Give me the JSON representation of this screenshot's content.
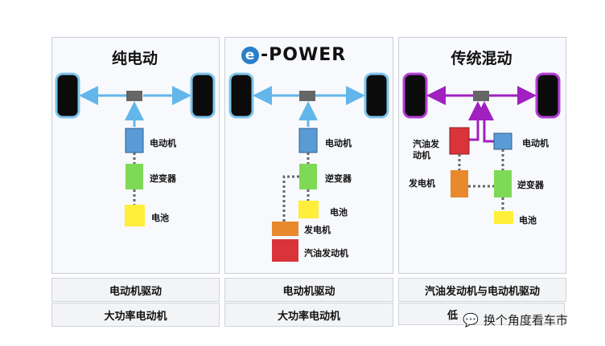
{
  "panels": [
    {
      "title": "纯电动",
      "labels": {
        "motor": "电动机",
        "inverter": "逆变器",
        "battery": "电池"
      }
    },
    {
      "title_letter": "e",
      "title_rest": "-POWER",
      "labels": {
        "motor": "电动机",
        "inverter": "逆变器",
        "battery": "电池",
        "generator": "发电机",
        "engine": "汽油发动机"
      }
    },
    {
      "title": "传统混动",
      "labels": {
        "engine": "汽油发动机",
        "generator": "发电机",
        "motor": "电动机",
        "inverter": "逆变器",
        "battery": "电池"
      }
    }
  ],
  "table": {
    "row1": [
      "电动机驱动",
      "电动机驱动",
      "汽油发动机与电动机驱动"
    ],
    "row2": [
      "大功率电动机",
      "大功率电动机",
      "低"
    ]
  },
  "watermark": {
    "text": "换个角度看车市",
    "icon": "wechat-icon"
  },
  "colors": {
    "motor": "#5b9bd5",
    "inverter": "#7ed957",
    "battery": "#ffef3a",
    "generator": "#e8892d",
    "engine": "#d9343a",
    "axle_ev": "#63b6ea",
    "axle_hybrid": "#a020c0",
    "wheel": "#0b0b0b"
  }
}
